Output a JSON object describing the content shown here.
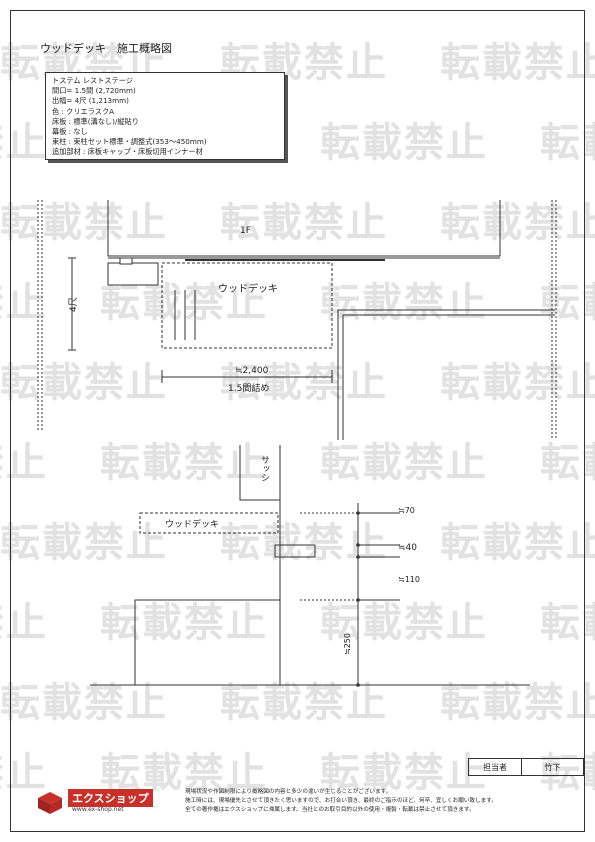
{
  "title": "ウッドデッキ　施工概略図",
  "spec": {
    "lines": [
      "トステム レストステージ",
      "間口= 1.5間 (2,720mm)",
      "出幅= 4尺 (1,213mm)",
      "色 : クリエラスクA",
      "床板 : 標準(溝なし)/縦貼り",
      "幕板 : なし",
      "束柱 : 束柱セット標準・調整式(353～450mm)",
      "追加部材 : 床板キャップ・床板切用インナー材"
    ]
  },
  "plan": {
    "floor_label": "1F",
    "deck_label": "ウッドデッキ",
    "depth_label": "4尺",
    "width_label": "≒2,400",
    "span_label": "1.5間詰め"
  },
  "section": {
    "sash_label": "サッシ",
    "deck_label": "ウッドデッキ",
    "dims": [
      "≒70",
      "≒40",
      "≒110",
      "≒250"
    ]
  },
  "title_block": {
    "role_label": "担当者",
    "person": "竹下"
  },
  "footer": {
    "brand": "エクスショップ",
    "url": "www.ex-shop.net",
    "notice": [
      "現場状況や作図制限により概略図の内容と多少の違いが生じることがございます。",
      "施工時には、現場優先とさせて頂きたく思いますので、お打合い頂き、最終のご指示のほど、何卒、宜しくお願い致します。",
      "全ての著作権はエクスショップに帰属します。当社とのお取引目的以外の使用・複製・転載は禁止させて頂きます。"
    ]
  },
  "watermark": "転載禁止",
  "colors": {
    "logo_red": "#c8302a",
    "line": "#333333",
    "watermark": "#e2e2e2"
  }
}
